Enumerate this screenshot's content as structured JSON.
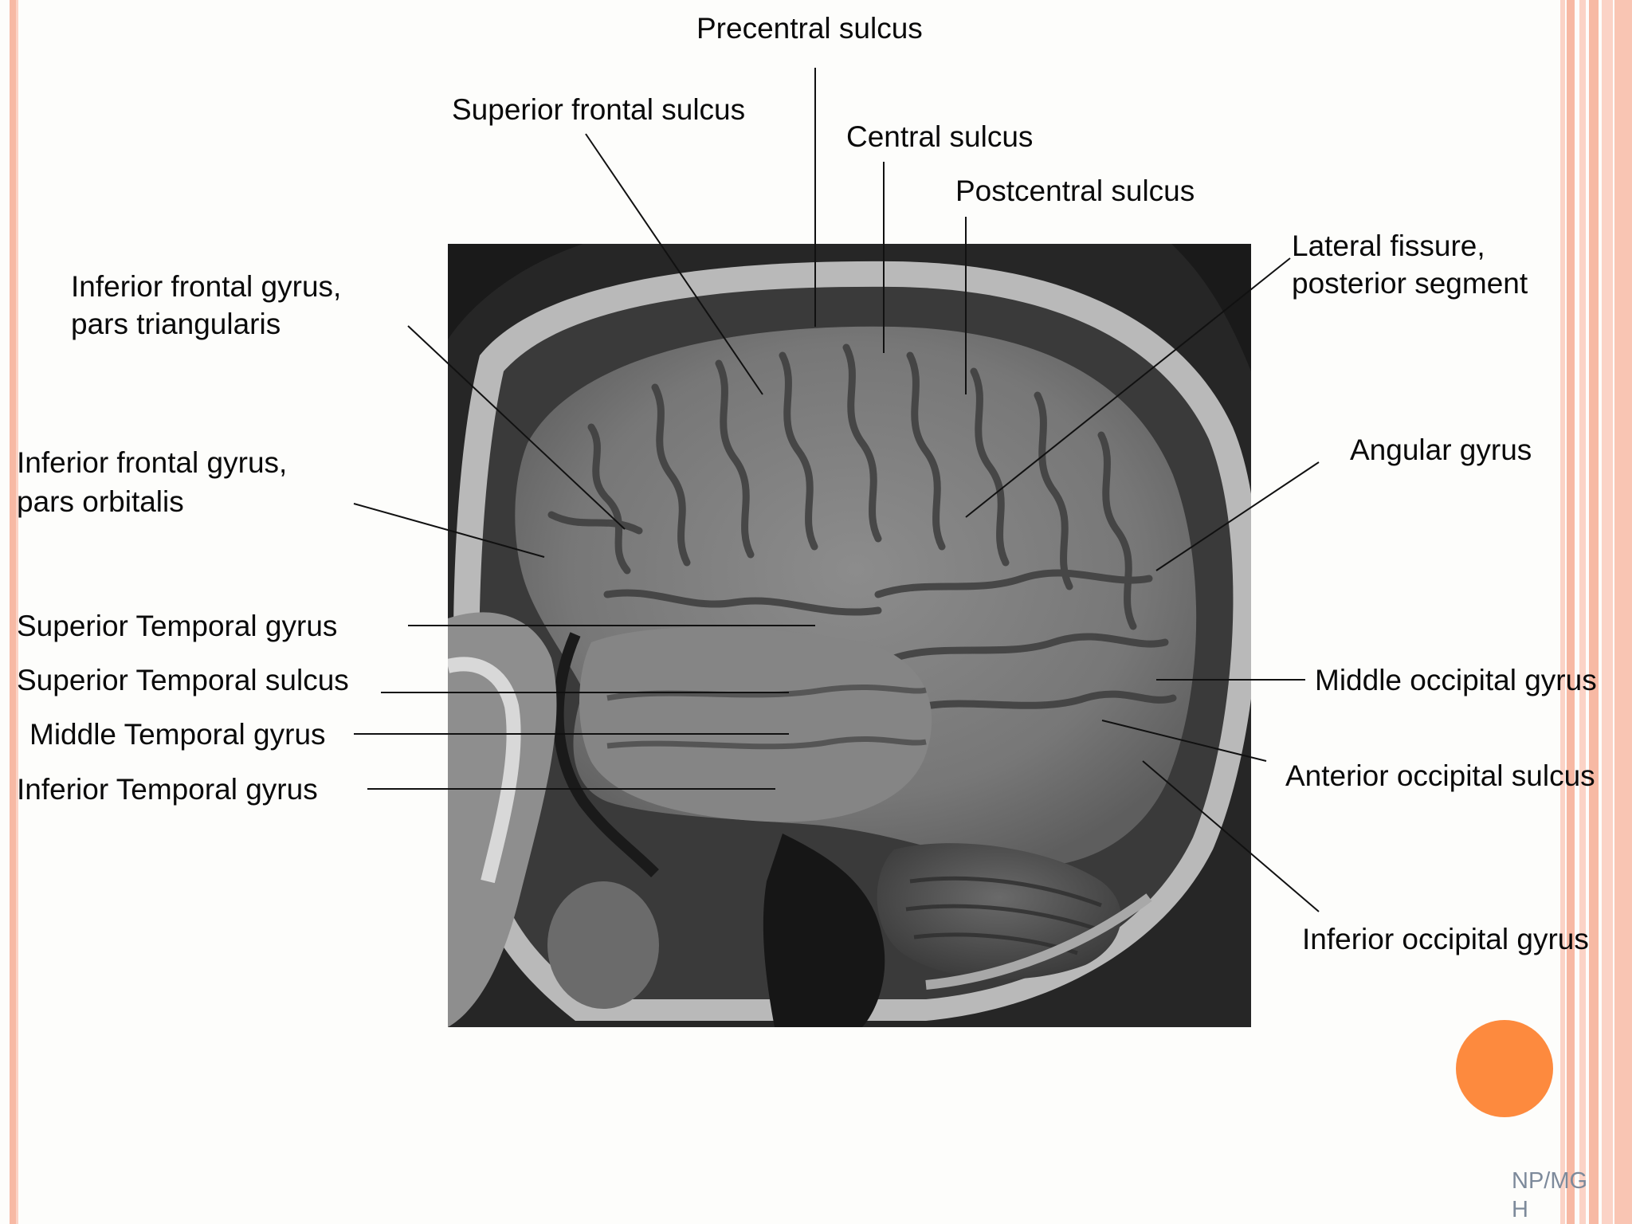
{
  "slide": {
    "colors": {
      "background": "#fdfdfb",
      "stripe_light": "#fbd3c6",
      "stripe_mid": "#f7b9a4",
      "accent_dot": "#fd8a3e",
      "text": "#0a0a0a",
      "footer_text": "#7d8a9b"
    },
    "footer_code": "NP/MGH"
  },
  "image": {
    "description_icon": "brain-mri-sagittal-image"
  },
  "labels": {
    "precentral_sulcus": "Precentral sulcus",
    "superior_frontal_sulcus": "Superior frontal sulcus",
    "central_sulcus": "Central sulcus",
    "postcentral_sulcus": "Postcentral sulcus",
    "lateral_fissure_line1": "Lateral fissure,",
    "lateral_fissure_line2": "posterior segment",
    "ifg_triangularis_line1": "Inferior frontal gyrus,",
    "ifg_triangularis_line2": "pars triangularis",
    "ifg_orbitalis_line1": "Inferior frontal gyrus,",
    "ifg_orbitalis_line2": "pars orbitalis",
    "angular_gyrus": "Angular gyrus",
    "superior_temporal_gyrus": "Superior Temporal gyrus",
    "superior_temporal_sulcus": "Superior Temporal sulcus",
    "middle_temporal_gyrus": "Middle Temporal gyrus",
    "inferior_temporal_gyrus": "Inferior Temporal gyrus",
    "middle_occipital_gyrus": "Middle occipital gyrus",
    "anterior_occipital_sulcus": "Anterior occipital sulcus",
    "inferior_occipital_gyrus": "Inferior occipital gyrus"
  }
}
